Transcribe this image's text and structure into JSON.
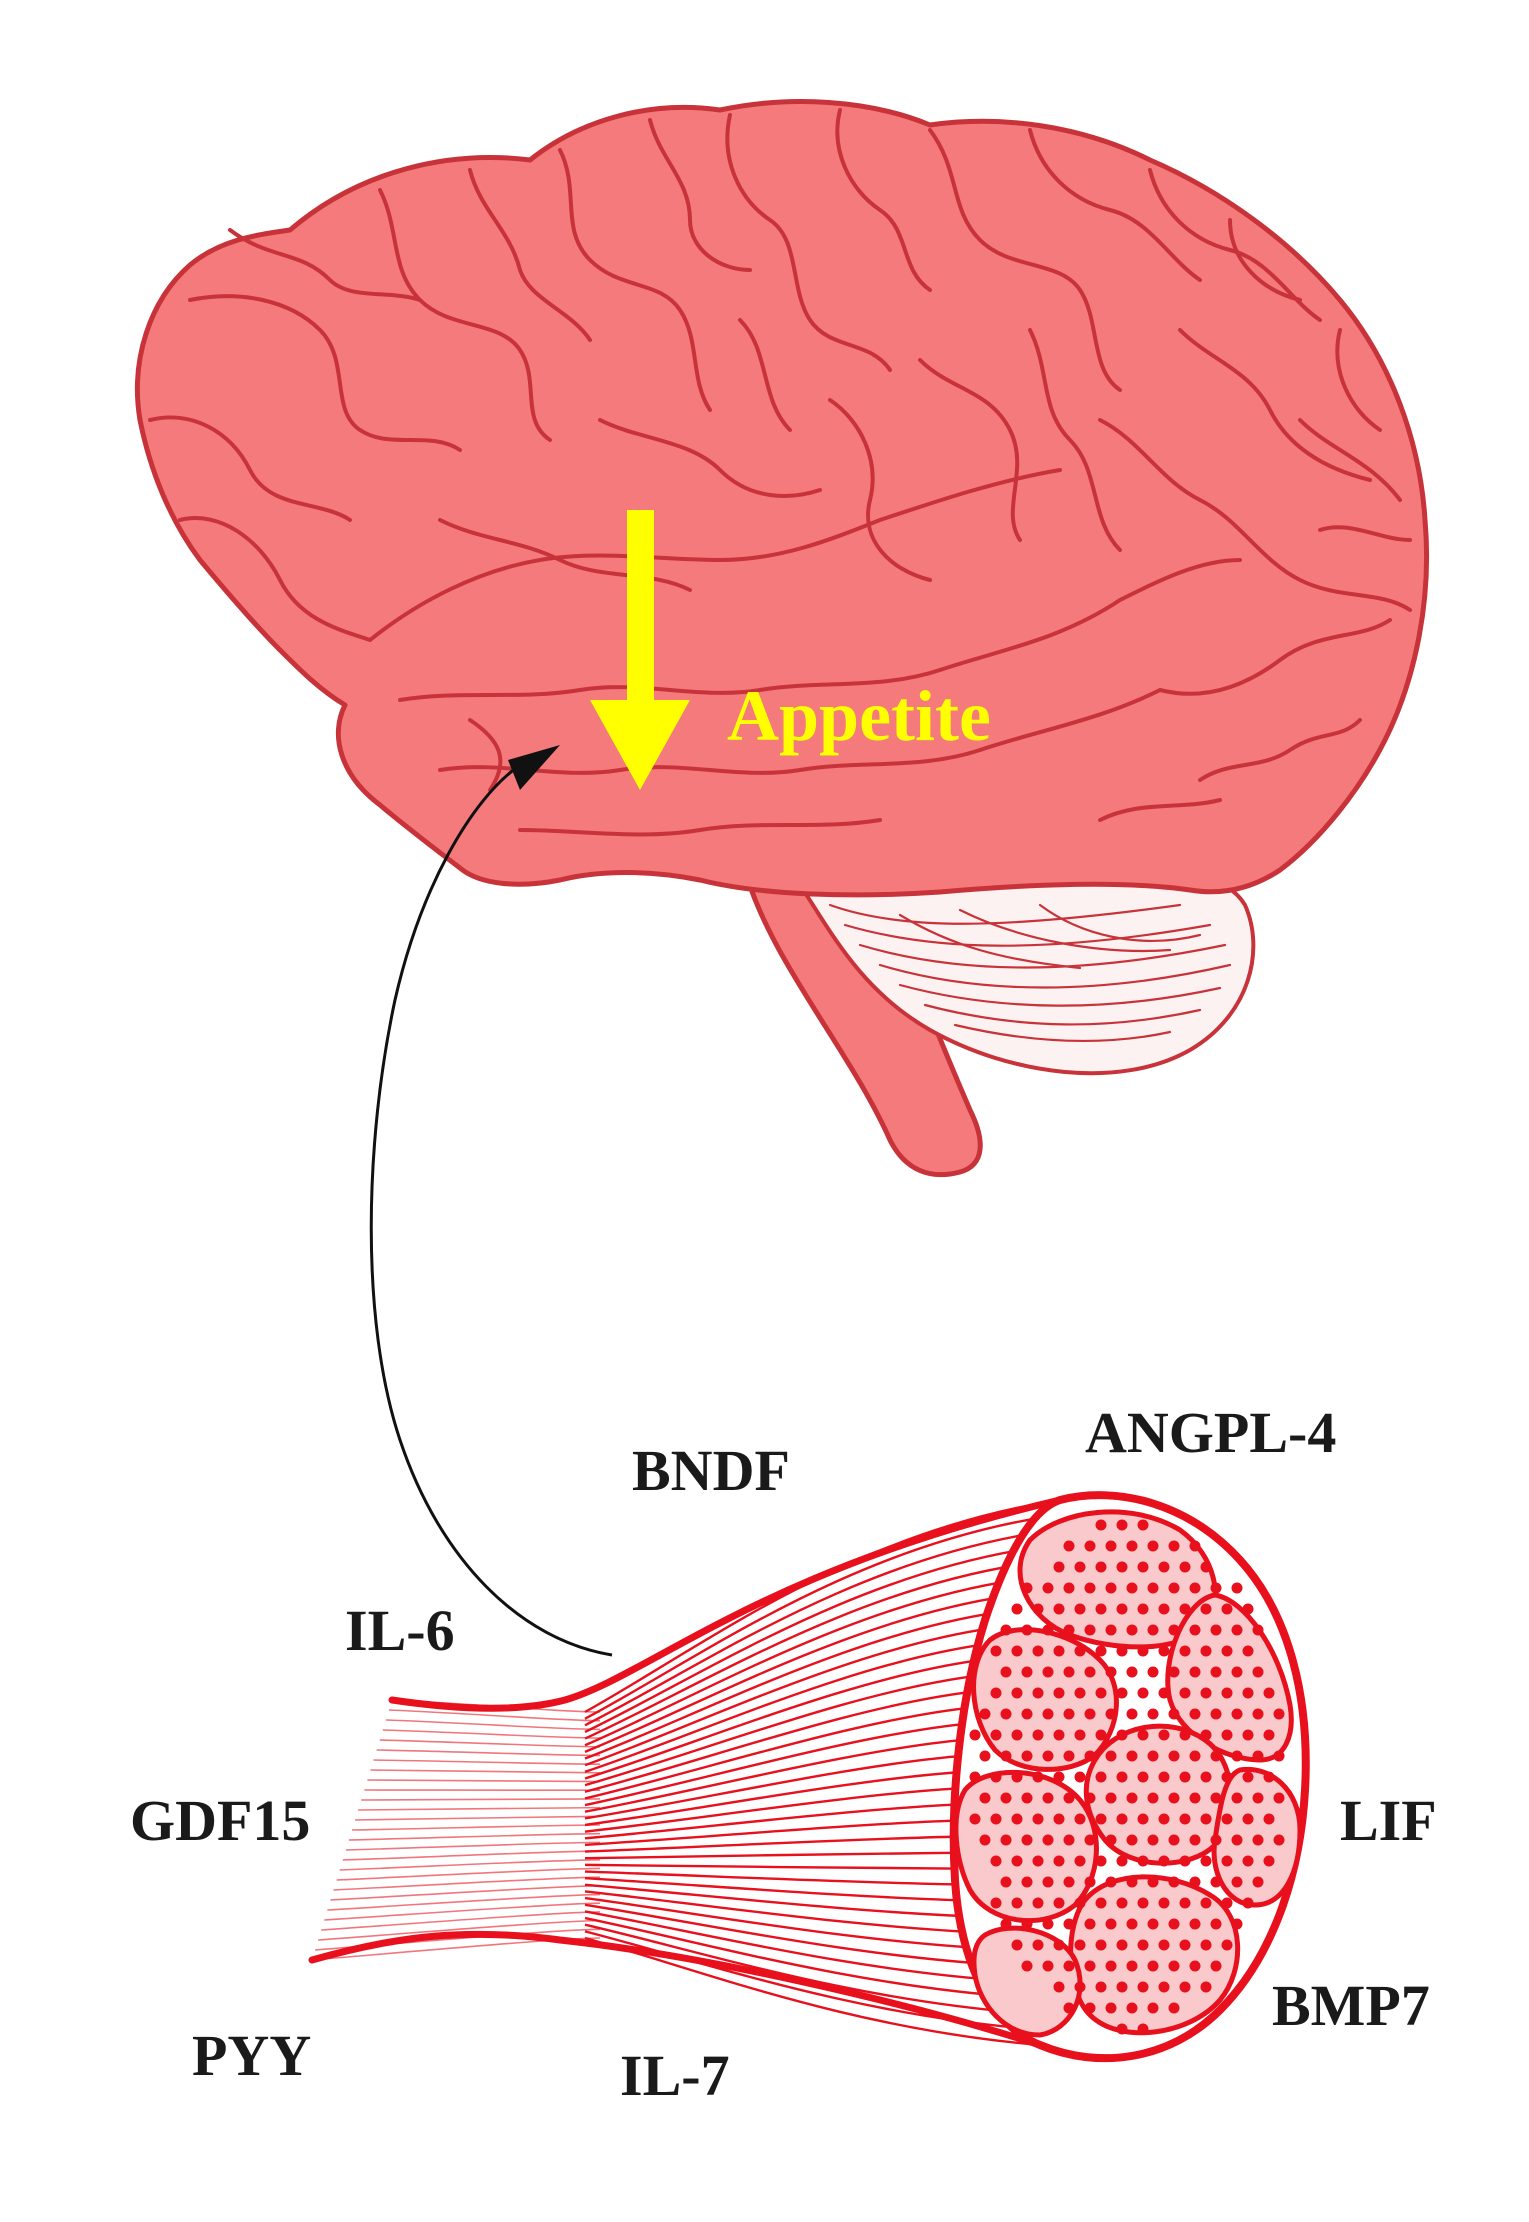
{
  "figure": {
    "organs": {
      "brain": "brain",
      "muscle": "skeletal-muscle"
    },
    "effect": {
      "label": "Appetite",
      "direction": "down",
      "color": "#ffff00"
    },
    "signal_arrow": {
      "from": "skeletal-muscle",
      "to": "brain"
    },
    "myokines": {
      "bndf": "BNDF",
      "angpl4": "ANGPL-4",
      "il6": "IL-6",
      "gdf15": "GDF15",
      "lif": "LIF",
      "bmp7": "BMP7",
      "pyy": "PYY",
      "il7": "IL-7"
    },
    "colors": {
      "brain_fill": "#f47a7c",
      "brain_line": "#c8333a",
      "muscle_line": "#e8101c",
      "fascicle_fill": "#f9c9cb",
      "label_text": "#1a1a1a"
    }
  }
}
